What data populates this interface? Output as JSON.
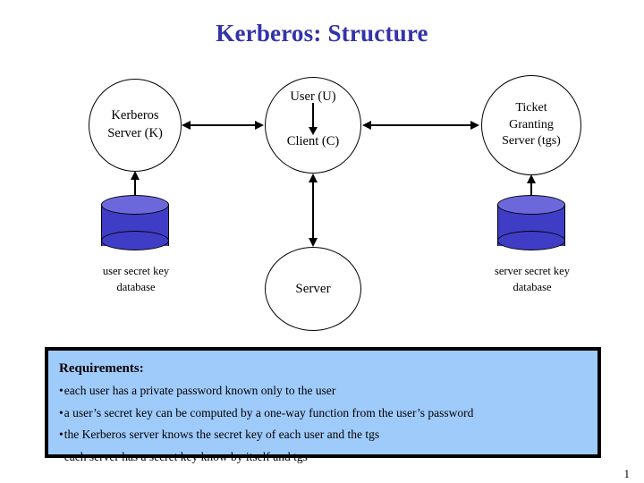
{
  "slide": {
    "title": "Kerberos: Structure",
    "title_color": "#3333AA",
    "background": "#ffffff",
    "page_number": "1"
  },
  "nodes": {
    "kerberos": {
      "line1": "Kerberos",
      "line2": "Server (K)"
    },
    "client": {
      "line1": "User (U)",
      "line2": "Client (C)"
    },
    "tgs": {
      "line1": "Ticket",
      "line2": "Granting",
      "line3": "Server (tgs)"
    },
    "server": {
      "line1": "Server"
    }
  },
  "databases": {
    "user": {
      "caption_line1": "user secret key",
      "caption_line2": "database"
    },
    "server": {
      "caption_line1": "server secret key",
      "caption_line2": "database"
    },
    "body_color": "#3F3DC6",
    "top_color": "#6C68DC"
  },
  "arrows": {
    "kerberos_client": "double-headed-horizontal",
    "client_tgs": "double-headed-horizontal",
    "client_server": "double-headed-vertical",
    "kerberos_userdb": "double-headed-vertical",
    "tgs_serverdb": "double-headed-vertical",
    "user_to_client": "single-headed-down"
  },
  "requirements": {
    "heading": "Requirements:",
    "background": "#9FCBFB",
    "bullet": "•",
    "items": [
      "each user has a private password known only to the user",
      "a user’s secret key can be computed by a one-way function from the user’s password",
      "the Kerberos server knows the secret key of each user and the tgs",
      "each server has a secret key know by itself and tgs"
    ]
  }
}
